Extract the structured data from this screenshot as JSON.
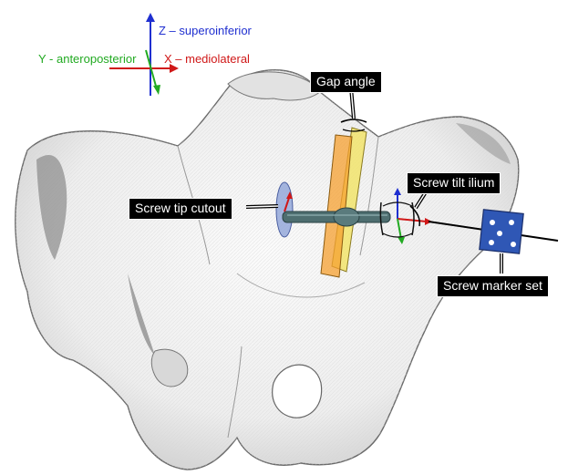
{
  "axes": {
    "z_label": "Z – superoinferior",
    "x_label": "X – mediolateral",
    "y_label": "Y - anteroposterior",
    "colors": {
      "z": "#1f2fd0",
      "x": "#d01818",
      "y": "#22aa22"
    }
  },
  "callouts": {
    "gap_angle": "Gap angle",
    "screw_tip_cutout": "Screw tip cutout",
    "screw_tilt_ilium": "Screw tilt ilium",
    "screw_marker_set": "Screw marker set"
  },
  "colors": {
    "plane_orange": "#f5a030",
    "plane_yellow": "#f2e25a",
    "cutout_blue": "#8fa4d8",
    "screw": "#4e6e70",
    "marker_blue": "#2f57b5"
  }
}
